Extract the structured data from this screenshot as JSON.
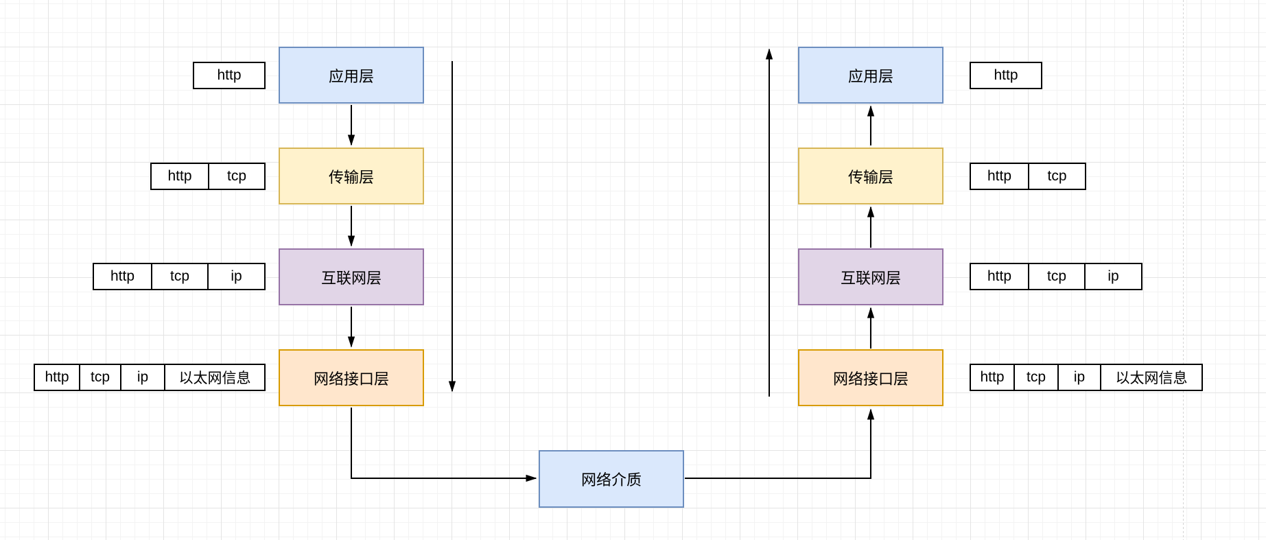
{
  "canvas": {
    "background": "#ffffff",
    "grid_minor_color": "#f3f3f3",
    "grid_major_color": "#e4e4e4",
    "page_break_color": "#d4d4d4",
    "connector_color": "#000000"
  },
  "palette": {
    "application": {
      "fill": "#dae8fc",
      "stroke": "#6c8ebf"
    },
    "transport": {
      "fill": "#fff2cc",
      "stroke": "#d6b656"
    },
    "internet": {
      "fill": "#e1d5e7",
      "stroke": "#9673a6"
    },
    "network_interface": {
      "fill": "#ffe6cc",
      "stroke": "#d79b00"
    },
    "medium": {
      "fill": "#dae8fc",
      "stroke": "#6c8ebf"
    }
  },
  "left_stack": {
    "direction": "down",
    "layers": [
      {
        "id": "application",
        "label": "应用层"
      },
      {
        "id": "transport",
        "label": "传输层"
      },
      {
        "id": "internet",
        "label": "互联网层"
      },
      {
        "id": "network-interface",
        "label": "网络接口层"
      }
    ],
    "packets": [
      {
        "cells": [
          "http"
        ]
      },
      {
        "cells": [
          "http",
          "tcp"
        ]
      },
      {
        "cells": [
          "http",
          "tcp",
          "ip"
        ]
      },
      {
        "cells": [
          "http",
          "tcp",
          "ip",
          "以太网信息"
        ]
      }
    ]
  },
  "right_stack": {
    "direction": "up",
    "layers": [
      {
        "id": "application",
        "label": "应用层"
      },
      {
        "id": "transport",
        "label": "传输层"
      },
      {
        "id": "internet",
        "label": "互联网层"
      },
      {
        "id": "network-interface",
        "label": "网络接口层"
      }
    ],
    "packets": [
      {
        "cells": [
          "http"
        ]
      },
      {
        "cells": [
          "http",
          "tcp"
        ]
      },
      {
        "cells": [
          "http",
          "tcp",
          "ip"
        ]
      },
      {
        "cells": [
          "http",
          "tcp",
          "ip",
          "以太网信息"
        ]
      }
    ]
  },
  "medium": {
    "label": "网络介质"
  }
}
